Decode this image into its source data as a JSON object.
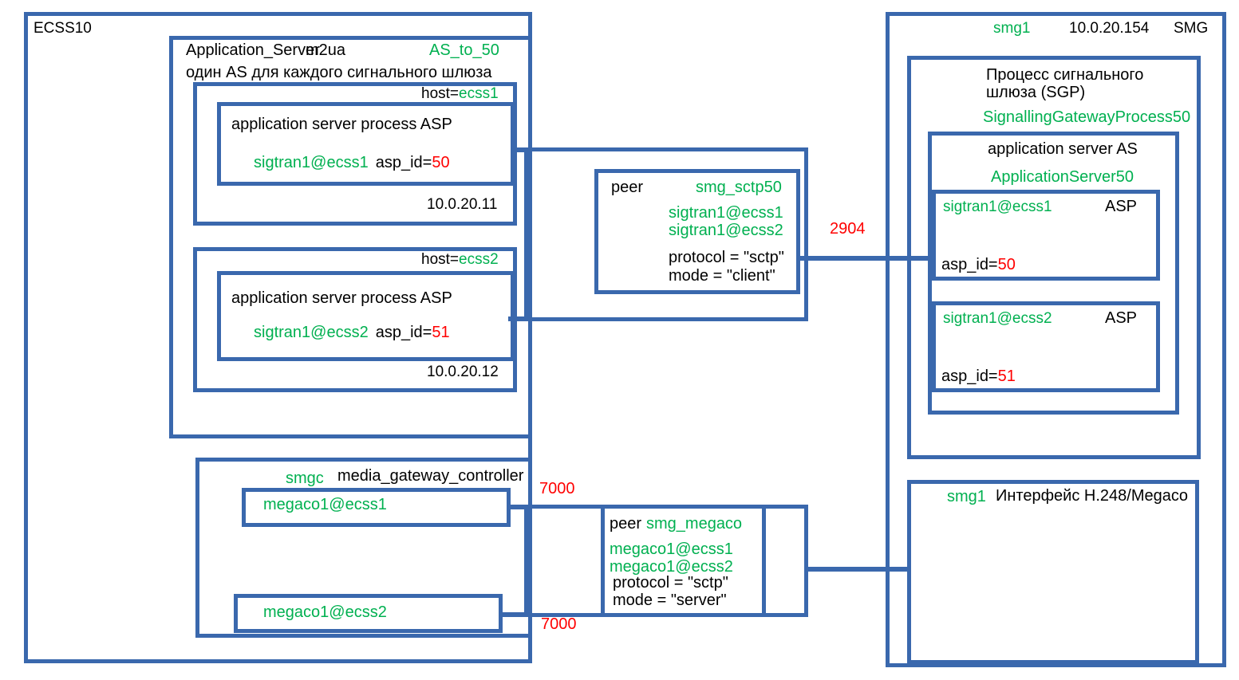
{
  "colors": {
    "box_border": "#3a68ad",
    "accent_green": "#00b050",
    "accent_red": "#ff0000"
  },
  "ecss10": {
    "title": "ECSS10",
    "application_server": {
      "name": "Application_Server",
      "type": "m2ua",
      "as_name": "AS_to_50",
      "note": "один AS для каждого сигнального шлюза",
      "nodes": [
        {
          "host_label": "host=",
          "host_value": "ecss1",
          "asp_title": "application server process ASP",
          "endpoint": "sigtran1@ecss1",
          "asp_id_label": "asp_id=",
          "asp_id": "50",
          "ip": "10.0.20.11"
        },
        {
          "host_label": "host=",
          "host_value": "ecss2",
          "asp_title": "application server process ASP",
          "endpoint": "sigtran1@ecss2",
          "asp_id_label": "asp_id=",
          "asp_id": "51",
          "ip": "10.0.20.12"
        }
      ]
    },
    "smgc": {
      "name": "smgc",
      "type": "media_gateway_controller",
      "interfaces": [
        {
          "endpoint": "megaco1@ecss1"
        },
        {
          "endpoint": "megaco1@ecss2"
        }
      ]
    }
  },
  "peers": {
    "sctp": {
      "label": "peer",
      "name": "smg_sctp50",
      "endpoint1": "sigtran1@ecss1",
      "endpoint2": "sigtran1@ecss2",
      "protocol": "protocol = \"sctp\"",
      "mode": "mode = \"client\""
    },
    "megaco": {
      "label": "peer",
      "name": "smg_megaco",
      "endpoint1": "megaco1@ecss1",
      "endpoint2": "megaco1@ecss2",
      "protocol": "protocol = \"sctp\"",
      "mode": "mode = \"server\""
    }
  },
  "ports": {
    "sctp_port": "2904",
    "megaco_port_1": "7000",
    "megaco_port_2": "7000"
  },
  "smg": {
    "name": "smg1",
    "ip": "10.0.20.154",
    "title": "SMG",
    "sgp": {
      "title_line1": "Процесс сигнального",
      "title_line2": "шлюза (SGP)",
      "name": "SignallingGatewayProcess50",
      "application_server": {
        "title": "application server AS",
        "name": "ApplicationServer50",
        "asps": [
          {
            "endpoint": "sigtran1@ecss1",
            "label": "ASP",
            "asp_id_label": "asp_id=",
            "asp_id": "50"
          },
          {
            "endpoint": "sigtran1@ecss2",
            "label": "ASP",
            "asp_id_label": "asp_id=",
            "asp_id": "51"
          }
        ]
      }
    },
    "megaco_interface": {
      "name": "smg1",
      "title": "Интерфейс H.248/Megaco"
    }
  }
}
